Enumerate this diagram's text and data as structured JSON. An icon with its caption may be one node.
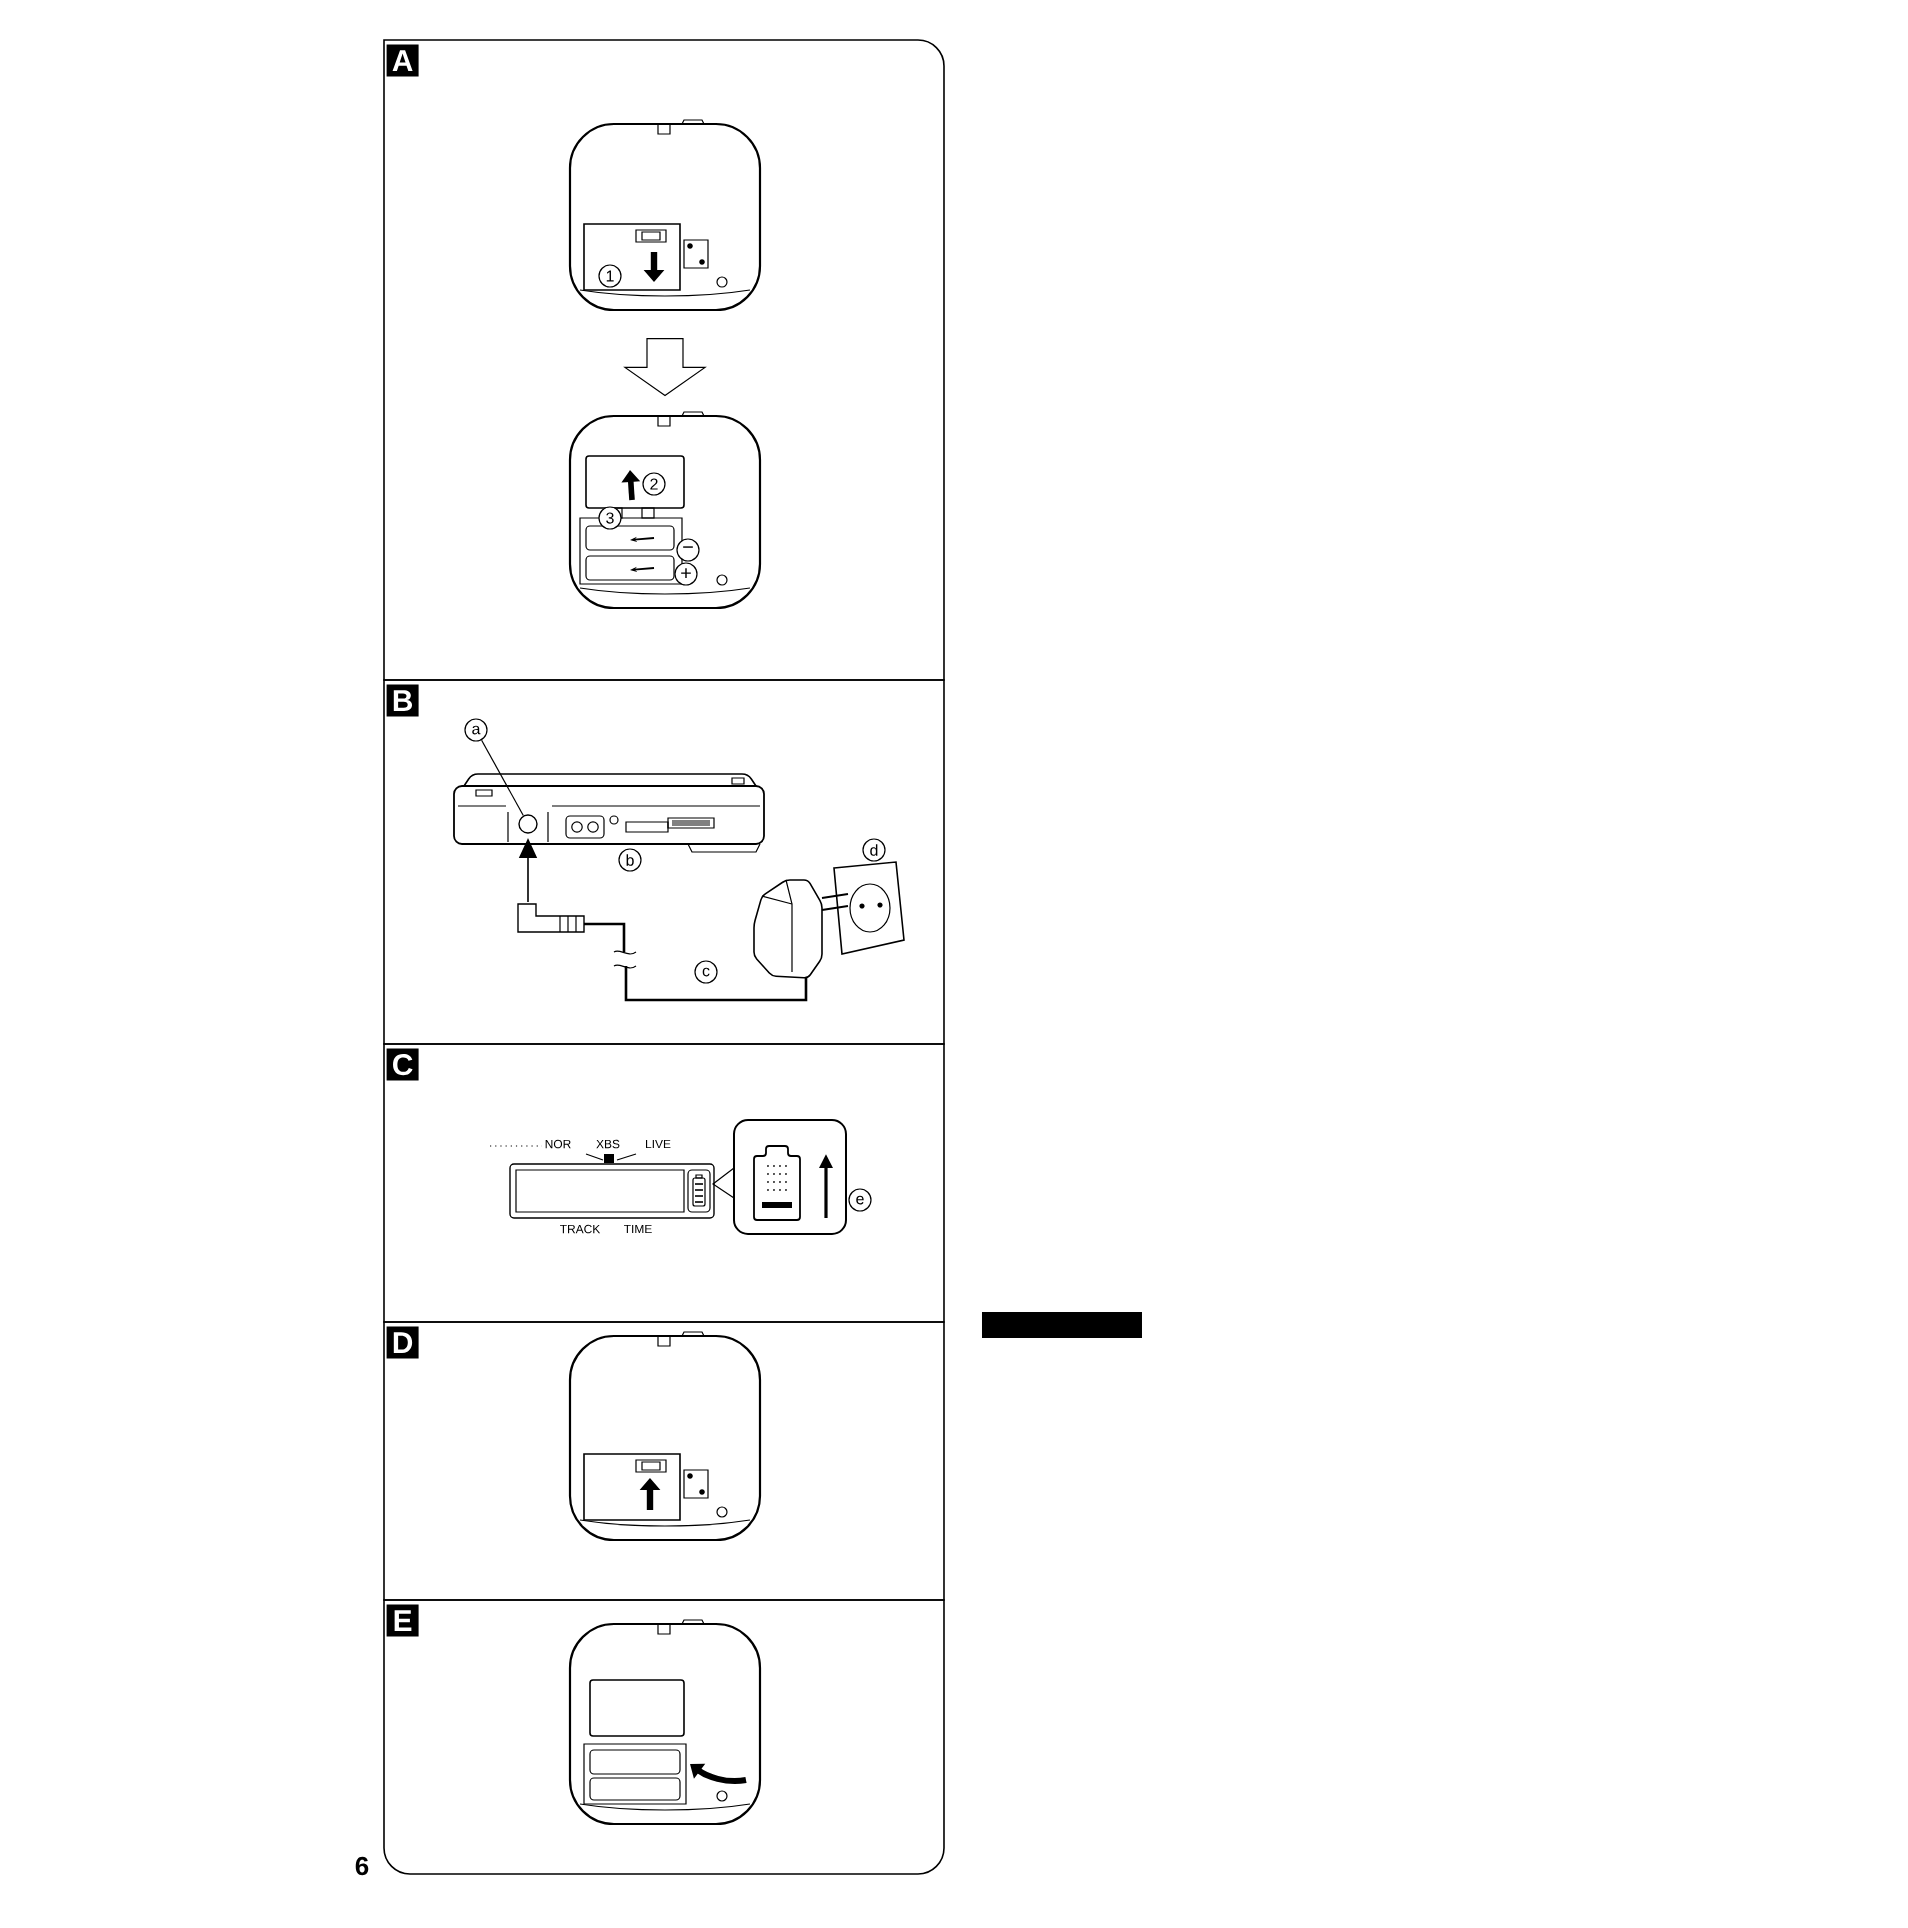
{
  "diagram": {
    "nodes": [
      {
        "text": [
          "A"
        ]
      },
      {
        "text": [],
        "shape": "picture",
        "in": 0
      },
      {
        "text": [
          "1"
        ],
        "in": 1
      },
      {
        "text": [],
        "shape": "picture",
        "in": 0
      },
      {
        "text": [
          "2"
        ],
        "in": 3
      },
      {
        "text": [
          "3"
        ],
        "in": 3
      },
      {
        "text": [
          "−"
        ],
        "in": 3
      },
      {
        "text": [
          "+"
        ],
        "in": 3
      },
      {
        "text": [
          "B"
        ]
      },
      {
        "text": [
          "a"
        ],
        "in": 8
      },
      {
        "text": [],
        "shape": "circle",
        "in": 8
      },
      {
        "text": [
          "b"
        ],
        "in": 8
      },
      {
        "text": [
          "d"
        ],
        "in": 8
      },
      {
        "text": [
          "c"
        ],
        "in": 8
      },
      {
        "text": [
          "C"
        ]
      },
      {
        "text": [
          "e"
        ],
        "in": 14
      },
      {
        "text": [
          "D"
        ]
      },
      {
        "text": [
          "E"
        ]
      }
    ],
    "edges": [
      {
        "from": 1,
        "to": 3,
        "arrow": "to"
      },
      {
        "from": 9,
        "to": 10,
        "arrow": "none"
      }
    ],
    "labels": [
      "NOR",
      "XBS",
      "LIVE",
      "TRACK",
      "TIME",
      "6"
    ]
  }
}
